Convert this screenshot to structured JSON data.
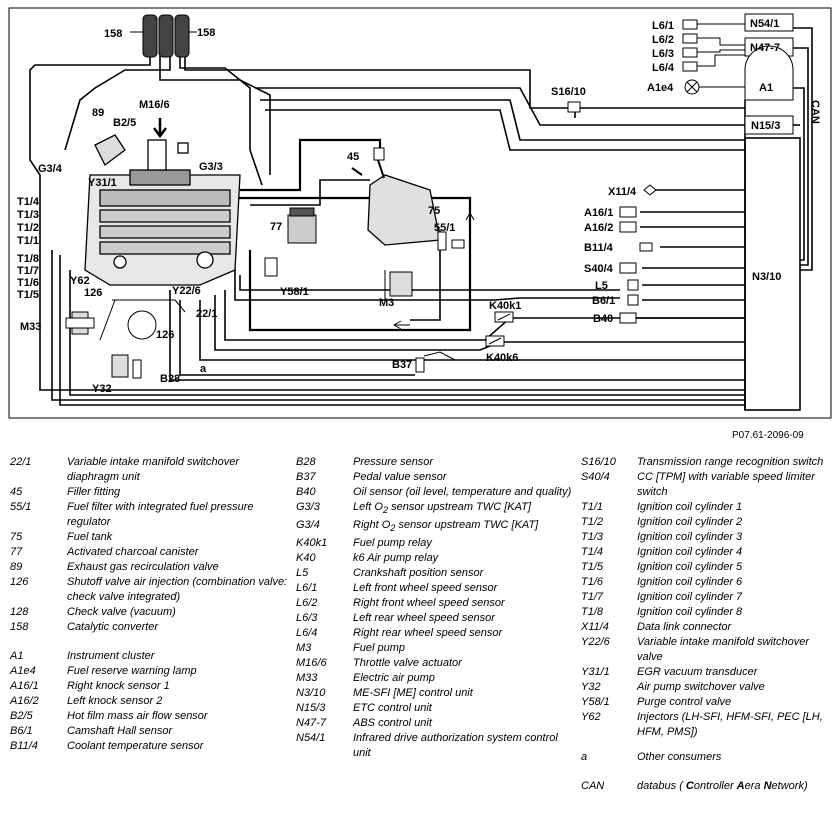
{
  "figure_id": "P07.61-2096-09",
  "diagram_labels": {
    "l158a": "158",
    "l158b": "158",
    "l89": "89",
    "lM16_6": "M16/6",
    "lB2_5": "B2/5",
    "lG3_4": "G3/4",
    "lG3_3": "G3/3",
    "lY31_1": "Y31/1",
    "lT1_4": "T1/4",
    "lT1_3": "T1/3",
    "lT1_2": "T1/2",
    "lT1_1": "T1/1",
    "lT1_8": "T1/8",
    "lT1_7": "T1/7",
    "lT1_6": "T1/6",
    "lT1_5": "T1/5",
    "lY62": "Y62",
    "l126a": "126",
    "lY22_6": "Y22/6",
    "l22_1": "22/1",
    "lM33": "M33",
    "l126b": "126",
    "la": "a",
    "lY32": "Y32",
    "lB28": "B28",
    "l45": "45",
    "l75": "75",
    "l77": "77",
    "l55_1": "55/1",
    "lY58_1": "Y58/1",
    "lM3": "M3",
    "lK40k1": "K40k1",
    "lB37": "B37",
    "lK40k6": "K40k6",
    "lS16_10": "S16/10",
    "lL6_1": "L6/1",
    "lL6_2": "L6/2",
    "lL6_3": "L6/3",
    "lL6_4": "L6/4",
    "lA1e4": "A1e4",
    "lN54_1": "N54/1",
    "lN47_7": "N47-7",
    "lA1": "A1",
    "lN15_3": "N15/3",
    "lCAN": "CAN",
    "lX11_4": "X11/4",
    "lA16_1": "A16/1",
    "lA16_2": "A16/2",
    "lB11_4": "B11/4",
    "lS40_4": "S40/4",
    "lL5": "L5",
    "lB6_1": "B6/1",
    "lB40": "B40",
    "lN3_10": "N3/10"
  },
  "legend": {
    "col1": [
      {
        "code": "22/1",
        "desc": "Variable intake manifold switchover diaphragm unit"
      },
      {
        "code": "45",
        "desc": "Filler fitting"
      },
      {
        "code": "55/1",
        "desc": "Fuel filter with integrated fuel pressure regulator"
      },
      {
        "code": "75",
        "desc": "Fuel tank"
      },
      {
        "code": "77",
        "desc": "Activated charcoal canister"
      },
      {
        "code": "89",
        "desc": "Exhaust gas recirculation valve"
      },
      {
        "code": "126",
        "desc": "Shutoff valve air injection (combination valve: check valve integrated)"
      },
      {
        "code": "128",
        "desc": "Check valve (vacuum)"
      },
      {
        "code": "158",
        "desc": "Catalytic converter"
      },
      {
        "code": "A1",
        "desc": "Instrument cluster"
      },
      {
        "code": "A1e4",
        "desc": "Fuel reserve warning lamp"
      },
      {
        "code": "A16/1",
        "desc": "Right knock sensor 1"
      },
      {
        "code": "A16/2",
        "desc": "Left knock sensor 2"
      },
      {
        "code": "B2/5",
        "desc": "Hot film mass air flow sensor"
      },
      {
        "code": "B6/1",
        "desc": "Camshaft Hall sensor"
      },
      {
        "code": "B11/4",
        "desc": "Coolant temperature sensor"
      }
    ],
    "col2": [
      {
        "code": "B28",
        "desc": "Pressure sensor"
      },
      {
        "code": "B37",
        "desc": "Pedal value sensor"
      },
      {
        "code": "B40",
        "desc": "Oil sensor (oil level, temperature and quality)"
      },
      {
        "code": "G3/3",
        "desc_a": "Left O",
        "desc_sub": "2",
        "desc_b": " sensor upstream TWC [KAT]"
      },
      {
        "code": "G3/4",
        "desc_a": "Right O",
        "desc_sub": "2",
        "desc_b": " sensor upstream TWC [KAT]"
      },
      {
        "code": "K40k1",
        "desc": "Fuel pump relay"
      },
      {
        "code": "K40",
        "desc": "k6 Air pump relay"
      },
      {
        "code": "L5",
        "desc": "Crankshaft position sensor"
      },
      {
        "code": "L6/1",
        "desc": "Left front wheel speed sensor"
      },
      {
        "code": "L6/2",
        "desc": "Right front wheel speed sensor"
      },
      {
        "code": "L6/3",
        "desc": "Left rear wheel speed sensor"
      },
      {
        "code": "L6/4",
        "desc": "Right rear wheel speed sensor"
      },
      {
        "code": "M3",
        "desc": "Fuel pump"
      },
      {
        "code": "M16/6",
        "desc": "Throttle valve actuator"
      },
      {
        "code": "M33",
        "desc": "Electric air pump"
      },
      {
        "code": "N3/10",
        "desc": "ME-SFI [ME] control unit"
      },
      {
        "code": "N15/3",
        "desc": "ETC control unit"
      },
      {
        "code": "N47-7",
        "desc": "ABS control unit"
      },
      {
        "code": "N54/1",
        "desc": "Infrared drive authorization system control unit"
      }
    ],
    "col3": [
      {
        "code": "S16/10",
        "desc": "Transmission range recognition switch"
      },
      {
        "code": "S40/4",
        "desc": "CC [TPM] with variable speed limiter switch"
      },
      {
        "code": "T1/1",
        "desc": "Ignition coil cylinder 1"
      },
      {
        "code": "T1/2",
        "desc": "Ignition coil cylinder 2"
      },
      {
        "code": "T1/3",
        "desc": "Ignition coil cylinder 3"
      },
      {
        "code": "T1/4",
        "desc": "Ignition coil cylinder 4"
      },
      {
        "code": "T1/5",
        "desc": "Ignition coil cylinder 5"
      },
      {
        "code": "T1/6",
        "desc": "Ignition coil cylinder 6"
      },
      {
        "code": "T1/7",
        "desc": "Ignition coil cylinder 7"
      },
      {
        "code": "T1/8",
        "desc": "Ignition coil cylinder 8"
      },
      {
        "code": "X11/4",
        "desc": "Data link connector"
      },
      {
        "code": "Y22/6",
        "desc": "Variable intake manifold switchover valve"
      },
      {
        "code": "Y31/1",
        "desc": "EGR vacuum transducer"
      },
      {
        "code": "Y32",
        "desc": "Air pump switchover valve"
      },
      {
        "code": "Y58/1",
        "desc": "Purge control valve"
      },
      {
        "code": "Y62",
        "desc": "Injectors (LH-SFI, HFM-SFI, PEC [LH, HFM, PMS])"
      },
      {
        "code": "a",
        "desc": "Other consumers"
      },
      {
        "code": "CAN",
        "desc_a": "databus ( ",
        "b1": "C",
        "t1": "ontroller  ",
        "b2": "A",
        "t2": "era ",
        "b3": "N",
        "t3": "etwork)"
      }
    ]
  }
}
